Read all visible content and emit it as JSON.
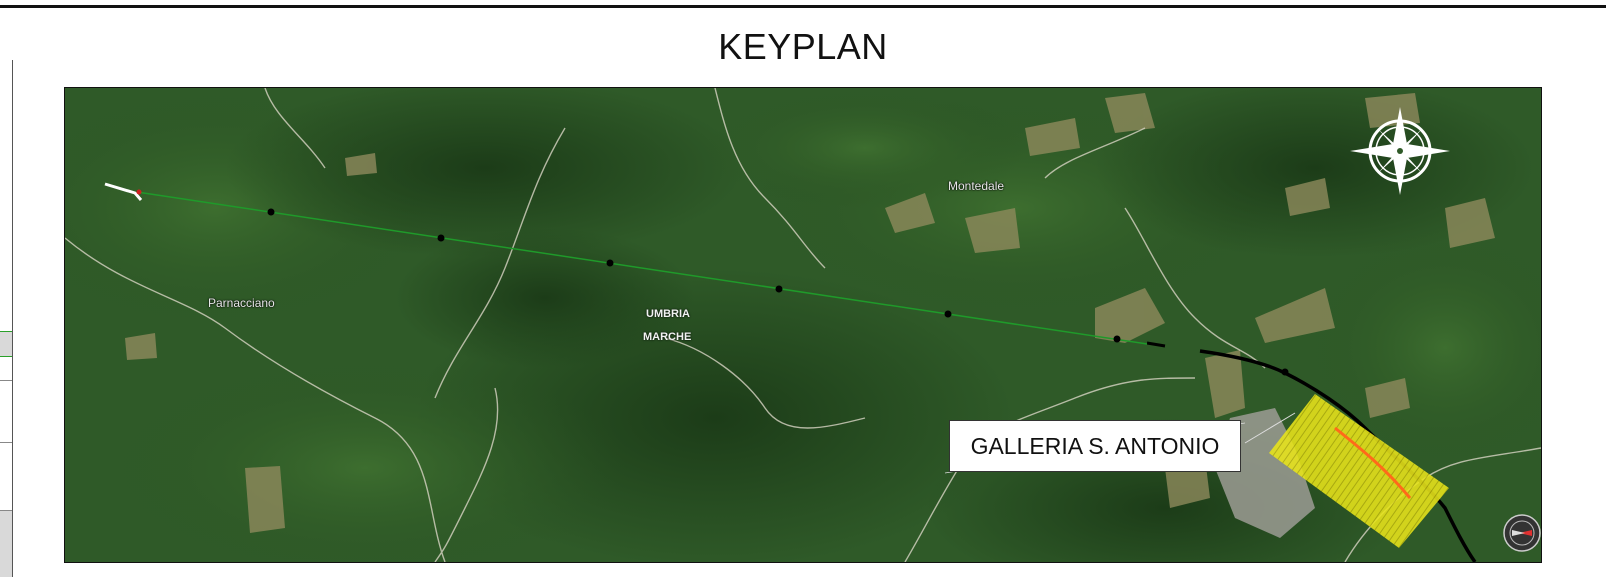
{
  "title": "KEYPLAN",
  "map": {
    "places": [
      "Montedale",
      "Parnacciano",
      "UMBRIA",
      "MARCHE"
    ],
    "callout_label": "GALLERIA S. ANTONIO",
    "colors": {
      "alignment_proposed": "#1f9a2a",
      "alignment_existing": "#000000",
      "tunnel_zone": "#f2f21a",
      "tunnel_axis": "#ff6a1a",
      "compass": "#ffffff"
    },
    "icons": [
      "north-arrow-compass-icon",
      "navigation-compass-icon"
    ]
  }
}
